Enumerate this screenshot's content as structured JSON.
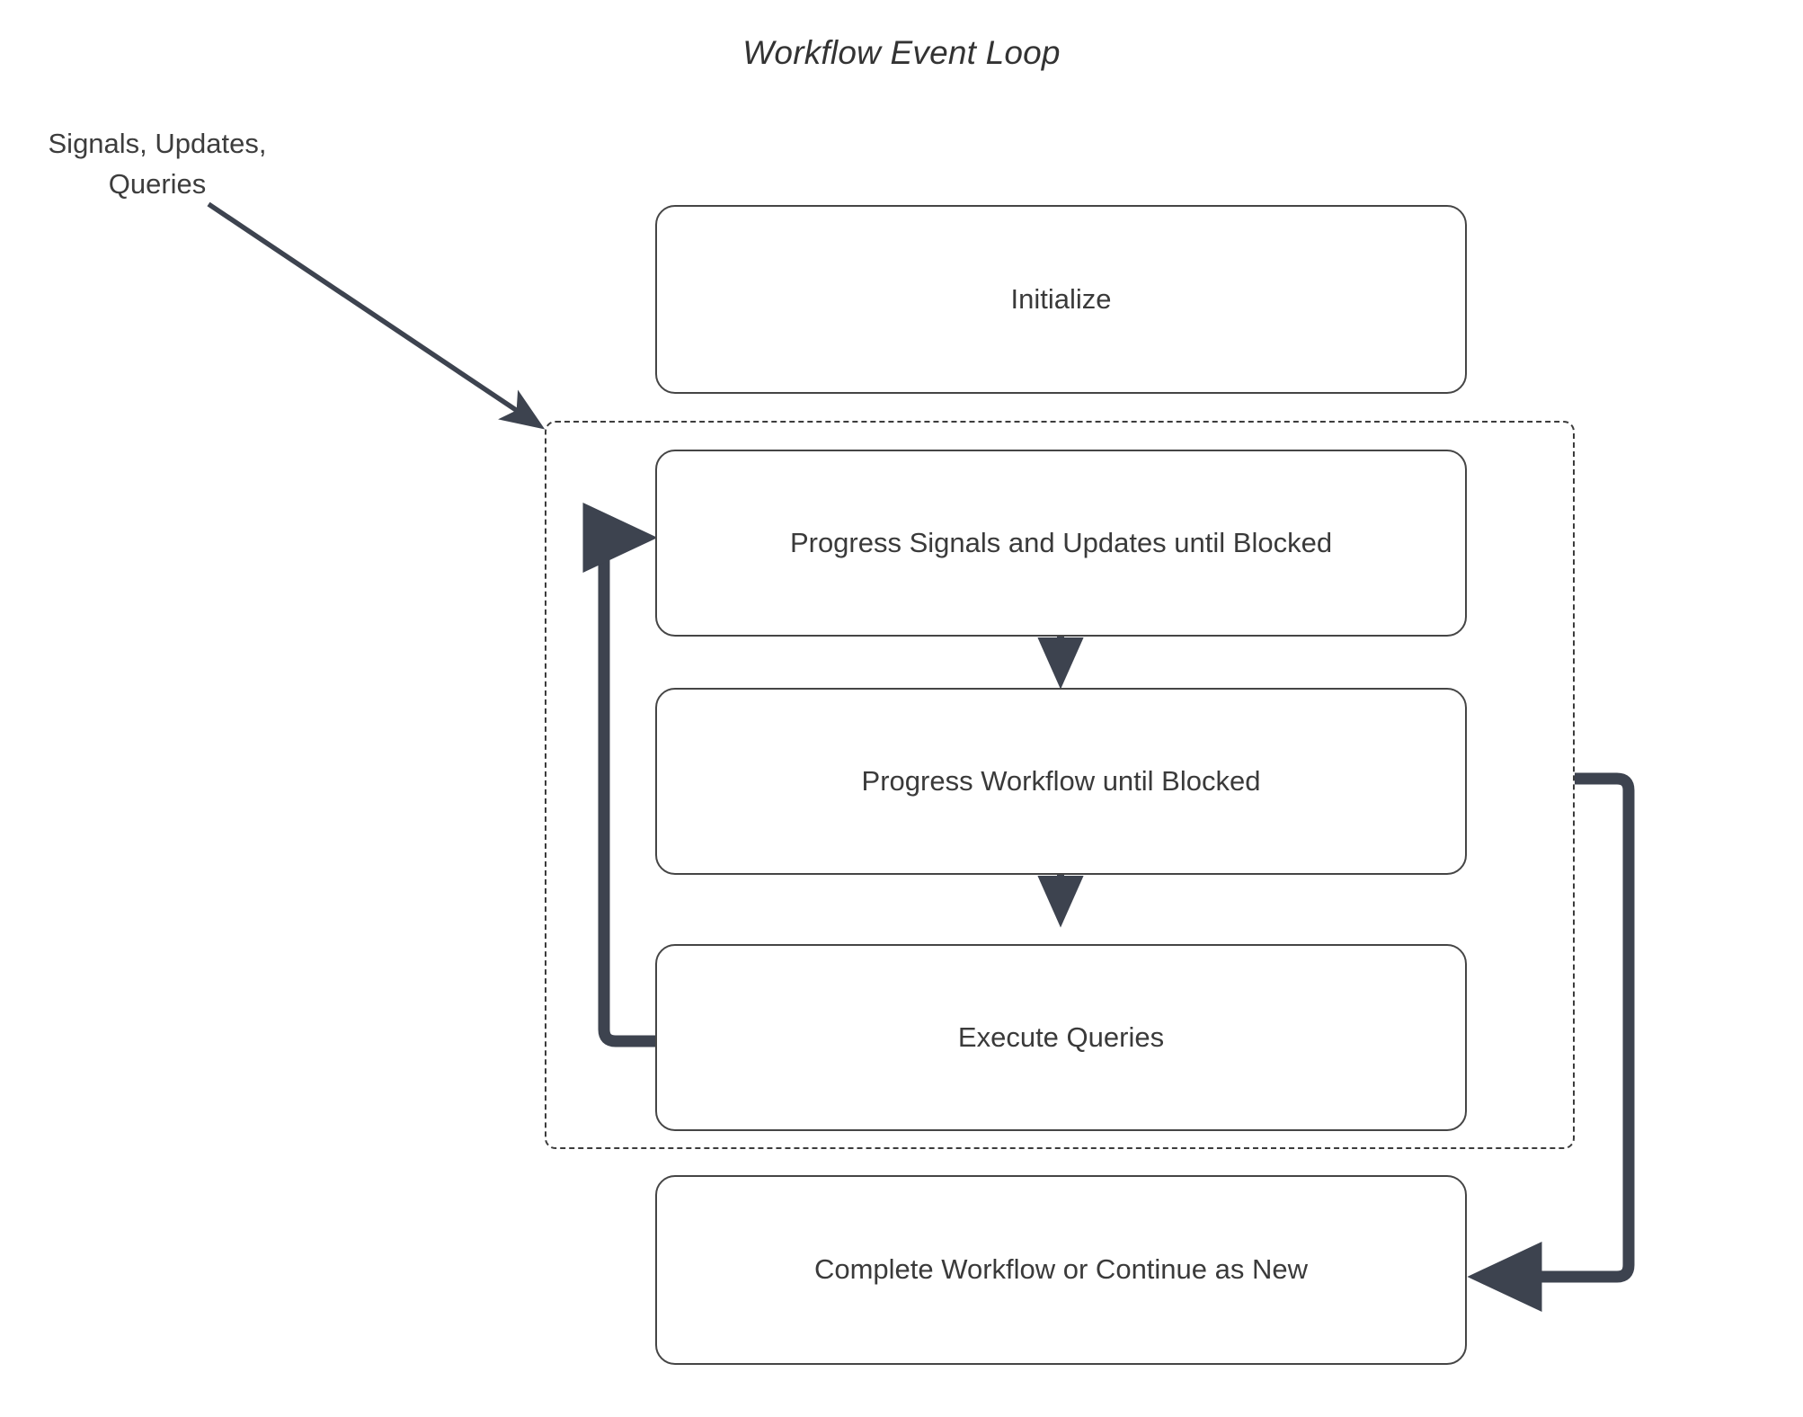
{
  "diagram": {
    "title": "Workflow Event Loop",
    "type": "flowchart",
    "colors": {
      "arrow": "#3d434f",
      "node_border": "#454545",
      "node_text": "#3a3a3a",
      "title_text": "#333333",
      "dashed_border": "#3c3c3c",
      "background": "#ffffff"
    },
    "external_label": {
      "line1": "Signals, Updates,",
      "line2": "Queries"
    },
    "nodes": [
      {
        "id": "initialize",
        "label": "Initialize"
      },
      {
        "id": "progress-signals",
        "label": "Progress Signals and Updates until Blocked"
      },
      {
        "id": "progress-workflow",
        "label": "Progress Workflow until Blocked"
      },
      {
        "id": "execute-queries",
        "label": "Execute Queries"
      },
      {
        "id": "complete-workflow",
        "label": "Complete Workflow or Continue as New"
      }
    ],
    "loop_group": {
      "style": "dashed",
      "contains": [
        "progress-signals",
        "progress-workflow",
        "execute-queries"
      ]
    },
    "edges": [
      {
        "from": "external-signals-label",
        "to": "loop-group",
        "style": "solid-thin-arrow"
      },
      {
        "from": "progress-signals",
        "to": "progress-workflow",
        "style": "solid-arrow-down"
      },
      {
        "from": "progress-workflow",
        "to": "execute-queries",
        "style": "solid-arrow-down"
      },
      {
        "from": "execute-queries",
        "to": "progress-signals",
        "style": "thick-loop-back-left"
      },
      {
        "from": "loop-group",
        "to": "complete-workflow",
        "style": "thick-loop-right"
      }
    ]
  }
}
